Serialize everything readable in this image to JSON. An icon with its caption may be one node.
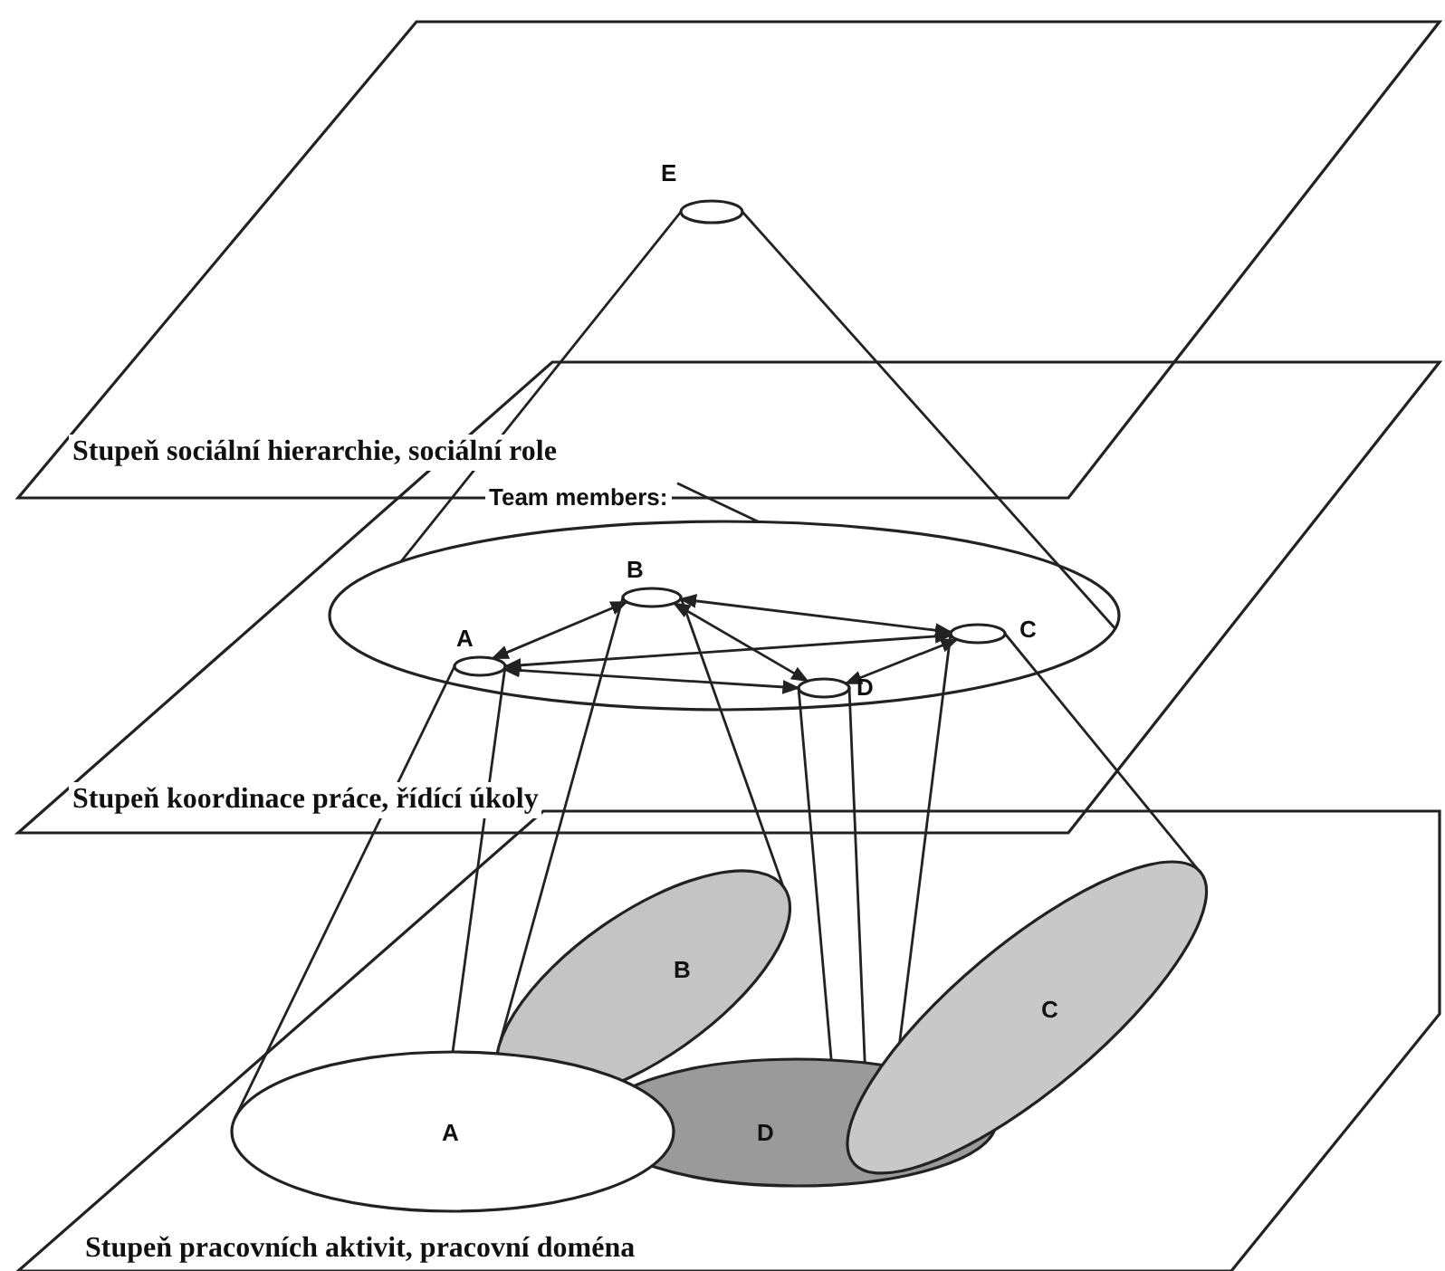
{
  "diagram": {
    "nodes": [
      {
        "text": [
          "Stupeň sociální hierarchie, sociální role"
        ]
      },
      {
        "text": [
          "E"
        ],
        "in": 0
      },
      {
        "text": [
          "Stupeň koordinace práce, řídící úkoly"
        ]
      },
      {
        "text": [],
        "shape": "ellipse",
        "in": 2
      },
      {
        "text": [
          "Team members:"
        ],
        "in": 2
      },
      {
        "text": [
          "A"
        ],
        "in": 3
      },
      {
        "text": [
          "B"
        ],
        "in": 3
      },
      {
        "text": [
          "C"
        ],
        "in": 3
      },
      {
        "text": [
          "D"
        ],
        "in": 3
      },
      {
        "text": [
          "Stupeň pracovních aktivit, pracovní doména"
        ]
      },
      {
        "text": [
          "A"
        ],
        "in": 9
      },
      {
        "text": [
          "B"
        ],
        "in": 9
      },
      {
        "text": [
          "C"
        ],
        "in": 9
      },
      {
        "text": [
          "D"
        ],
        "in": 9
      }
    ],
    "edges": [
      {
        "from": 1,
        "to": 3,
        "arrow": "none"
      },
      {
        "from": 1,
        "to": 3,
        "arrow": "none"
      },
      {
        "from": 4,
        "to": 3,
        "arrow": "none"
      },
      {
        "from": 5,
        "to": 6,
        "arrow": "both"
      },
      {
        "from": 6,
        "to": 7,
        "arrow": "both"
      },
      {
        "from": 6,
        "to": 8,
        "arrow": "both"
      },
      {
        "from": 5,
        "to": 7,
        "arrow": "both"
      },
      {
        "from": 5,
        "to": 8,
        "arrow": "both"
      },
      {
        "from": 7,
        "to": 8,
        "arrow": "both"
      },
      {
        "from": 5,
        "to": 10,
        "arrow": "none"
      },
      {
        "from": 5,
        "to": 10,
        "arrow": "none"
      },
      {
        "from": 6,
        "to": 11,
        "arrow": "none"
      },
      {
        "from": 6,
        "to": 11,
        "arrow": "none"
      },
      {
        "from": 7,
        "to": 12,
        "arrow": "none"
      },
      {
        "from": 7,
        "to": 12,
        "arrow": "none"
      },
      {
        "from": 8,
        "to": 13,
        "arrow": "none"
      },
      {
        "from": 8,
        "to": 13,
        "arrow": "none"
      }
    ]
  }
}
